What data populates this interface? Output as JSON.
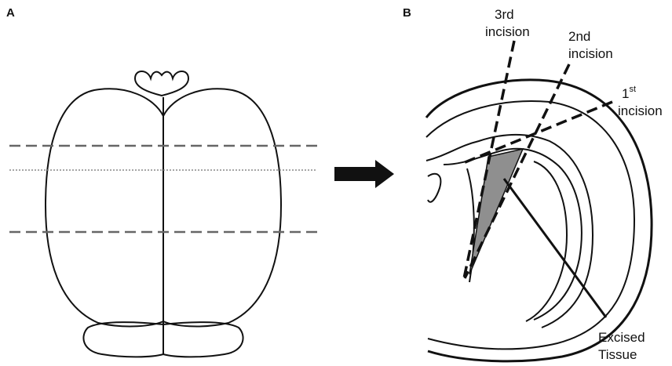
{
  "panels": {
    "a_label": "A",
    "b_label": "B"
  },
  "incisions": {
    "third": "3rd incision",
    "second": "2nd incision",
    "first_prefix": "1",
    "first_suffix": "st",
    "first_word": "incision"
  },
  "excised": {
    "line1": "Excised",
    "line2": "Tissue"
  },
  "colors": {
    "stroke": "#111111",
    "tissue_fill": "#8f8f8f",
    "dash_gray": "#666666"
  }
}
